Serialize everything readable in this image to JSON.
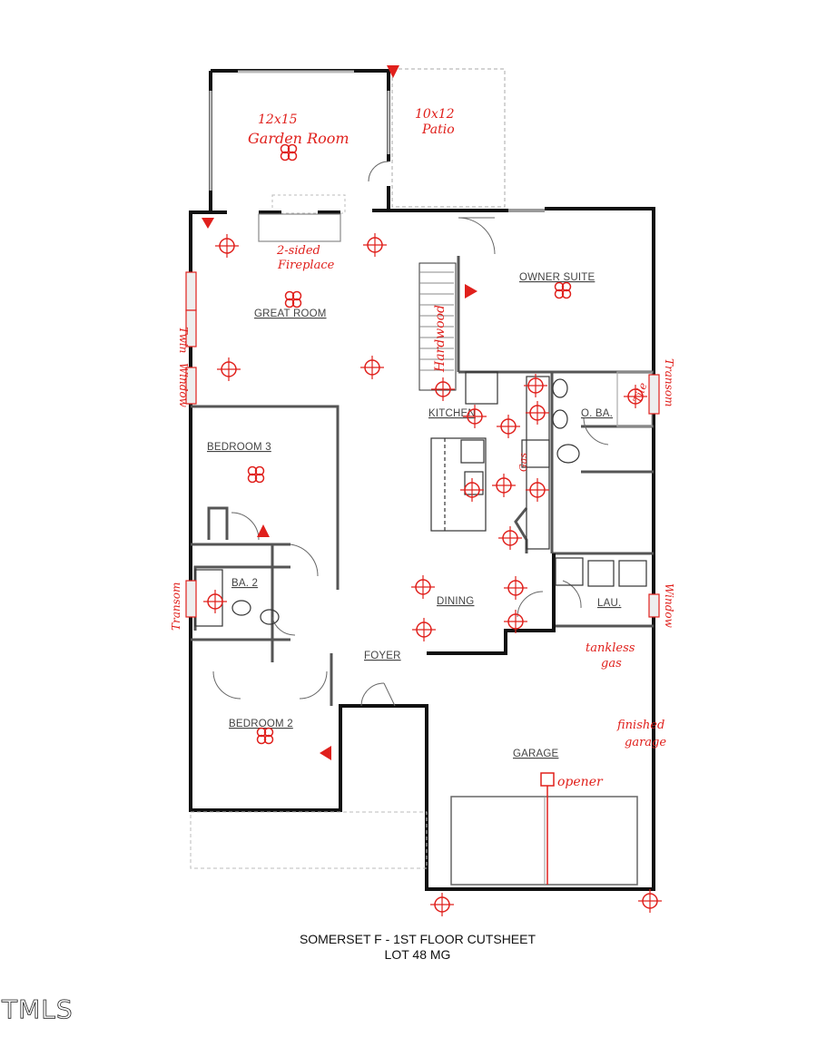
{
  "plan": {
    "title": "SOMERSET F - 1ST FLOOR CUTSHEET",
    "subtitle": "LOT 48 MG",
    "watermark": "TMLS",
    "rooms": {
      "great_room": "GREAT ROOM",
      "owner_suite": "OWNER SUITE",
      "kitchen": "KITCHEN",
      "owner_bath": "O. BA.",
      "bedroom3": "BEDROOM 3",
      "bath2": "BA. 2",
      "dining": "DINING",
      "laundry": "LAU.",
      "foyer": "FOYER",
      "bedroom2": "BEDROOM 2",
      "garage": "GARAGE"
    },
    "annotations": {
      "garden_size": "12x15",
      "garden_room": "Garden Room",
      "patio_size": "10x12",
      "patio": "Patio",
      "fireplace_1": "2-sided",
      "fireplace_2": "Fireplace",
      "hardwood": "Hardwood",
      "twin": "Twin",
      "window_left": "Window",
      "transom_left": "Transom",
      "tile": "Tile",
      "transom_right": "Transom",
      "window_right": "Window",
      "gas": "Gas",
      "tankless_1": "tankless",
      "tankless_2": "gas",
      "finished_1": "finished",
      "finished_2": "garage",
      "opener": "opener"
    },
    "colors": {
      "markup": "#e0201c",
      "walls": "#111111",
      "labels": "#444444"
    }
  }
}
